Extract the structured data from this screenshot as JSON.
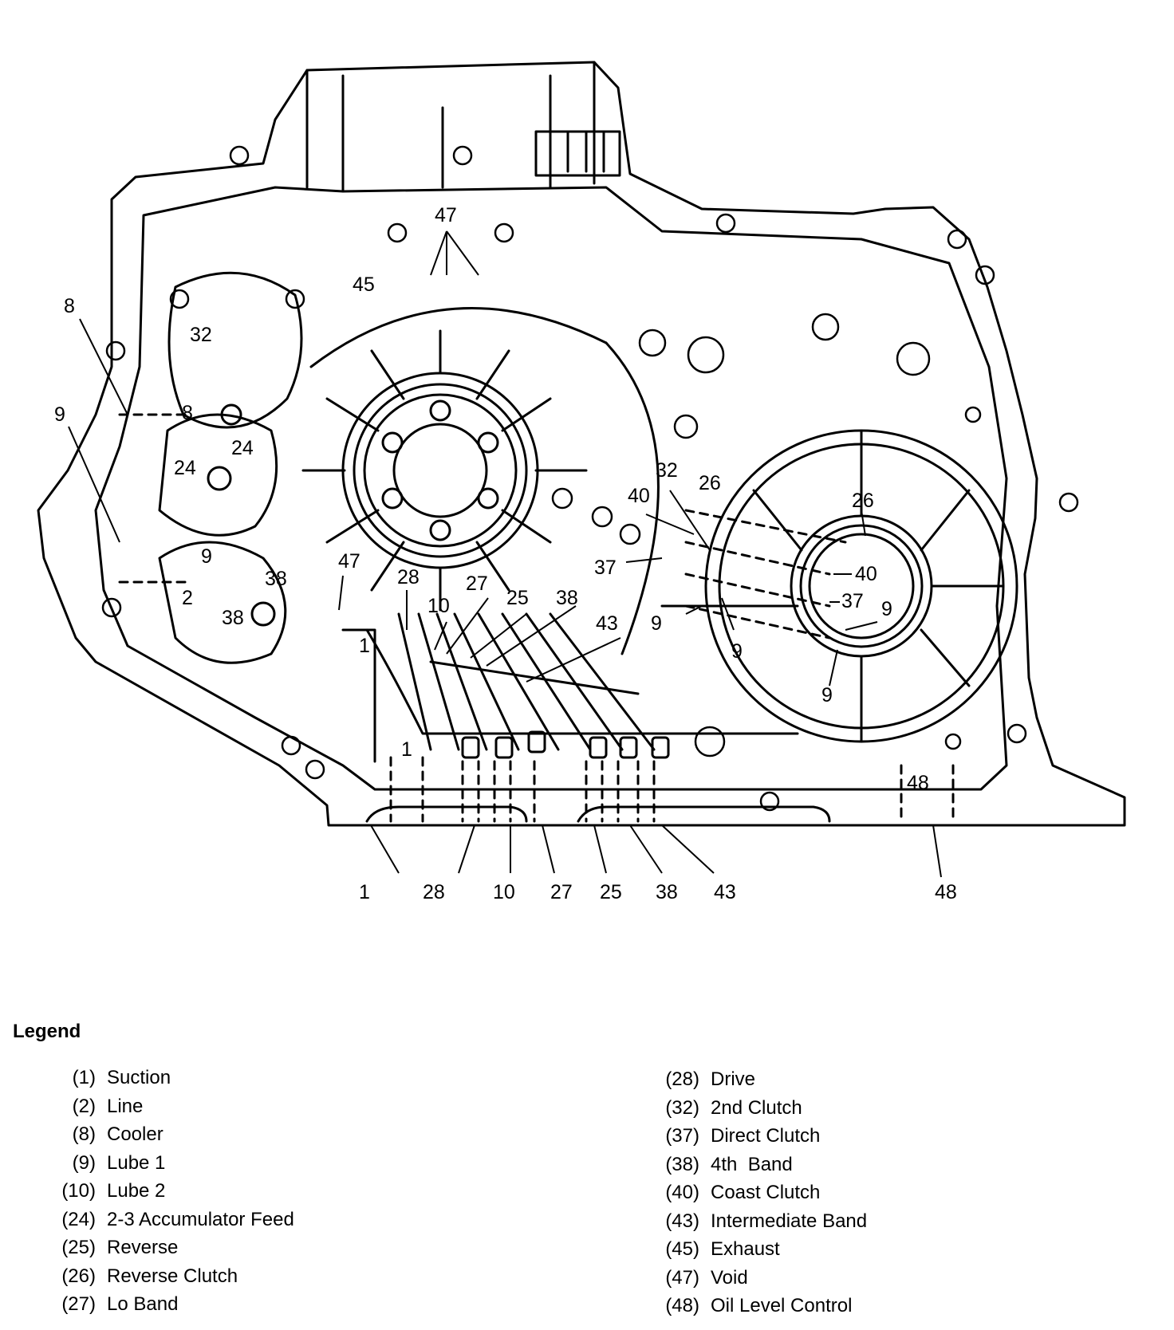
{
  "diagram": {
    "callouts": {
      "c8a": "8",
      "c9a": "9",
      "c32a": "32",
      "c45": "45",
      "c47a": "47",
      "c8b": "8",
      "c24a": "24",
      "c24b": "24",
      "c9b": "9",
      "c2": "2",
      "c38a": "38",
      "c38b": "38",
      "c47b": "47",
      "c1a": "1",
      "c1b": "1",
      "c28a": "28",
      "c10a": "10",
      "c27a": "27",
      "c25a": "25",
      "c38c": "38",
      "c43a": "43",
      "c32b": "32",
      "c40a": "40",
      "c26a": "26",
      "c37a": "37",
      "c9c": "9",
      "c9d": "9",
      "c26b": "26",
      "c40b": "40",
      "c37b": "37",
      "c9e": "9",
      "c9f": "9",
      "c48a": "48",
      "b1": "1",
      "b28": "28",
      "b10": "10",
      "b27": "27",
      "b25": "25",
      "b38": "38",
      "b43": "43",
      "b48": "48"
    }
  },
  "legend": {
    "title": "Legend",
    "left": [
      {
        "num": "(1)",
        "name": "Suction"
      },
      {
        "num": "(2)",
        "name": "Line"
      },
      {
        "num": "(8)",
        "name": "Cooler"
      },
      {
        "num": "(9)",
        "name": "Lube 1"
      },
      {
        "num": "(10)",
        "name": "Lube 2"
      },
      {
        "num": "(24)",
        "name": "2-3 Accumulator Feed"
      },
      {
        "num": "(25)",
        "name": "Reverse"
      },
      {
        "num": "(26)",
        "name": "Reverse Clutch"
      },
      {
        "num": "(27)",
        "name": "Lo Band"
      }
    ],
    "right": [
      {
        "num": "(28)",
        "name": "Drive"
      },
      {
        "num": "(32)",
        "name": "2nd Clutch"
      },
      {
        "num": "(37)",
        "name": "Direct Clutch"
      },
      {
        "num": "(38)",
        "name": "4th  Band"
      },
      {
        "num": "(40)",
        "name": "Coast Clutch"
      },
      {
        "num": "(43)",
        "name": "Intermediate Band"
      },
      {
        "num": "(45)",
        "name": "Exhaust"
      },
      {
        "num": "(47)",
        "name": "Void"
      },
      {
        "num": "(48)",
        "name": "Oil Level Control"
      }
    ]
  }
}
